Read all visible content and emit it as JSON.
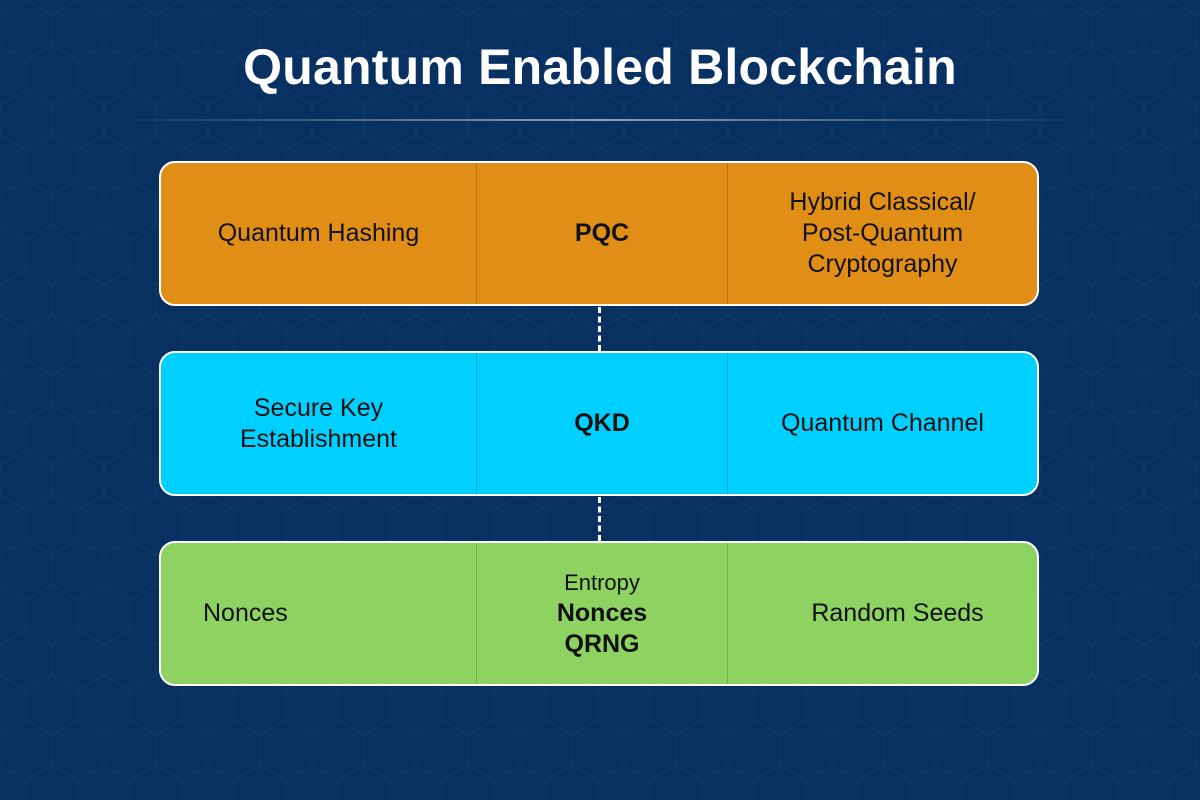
{
  "title": "Quantum Enabled Blockchain",
  "colors": {
    "background": "#083162",
    "pqc": "#e18e16",
    "qkd": "#00d0ff",
    "qrng": "#8ed361",
    "border": "#ffffff"
  },
  "layers": [
    {
      "name": "PQC",
      "left": "Quantum Hashing",
      "center": "PQC",
      "right_lines": [
        "Hybrid Classical/",
        "Post-Quantum",
        "Cryptography"
      ]
    },
    {
      "name": "QKD",
      "left_lines": [
        "Secure Key",
        "Establishment"
      ],
      "center": "QKD",
      "right": "Quantum Channel"
    },
    {
      "name": "QRNG",
      "left": "Nonces",
      "center_small": "Entropy",
      "center_lines": [
        "Nonces",
        "QRNG"
      ],
      "right": "Random Seeds"
    }
  ]
}
